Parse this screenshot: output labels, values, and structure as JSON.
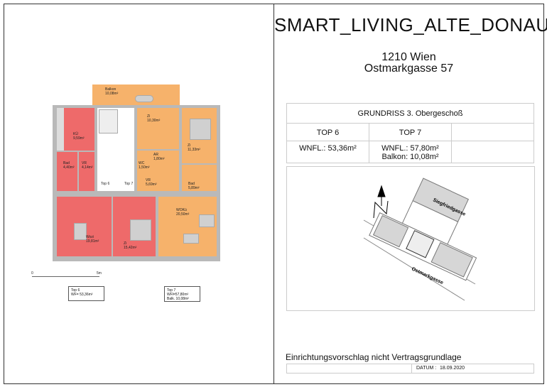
{
  "title": "SMART_LIVING_ALTE_DONAU",
  "address": {
    "city": "1210 Wien",
    "street": "Ostmarkgasse 57"
  },
  "info_table": {
    "heading": "GRUNDRISS 3. Obergeschoß",
    "units": [
      {
        "name": "TOP 6",
        "area": "WNFL.: 53,36m²",
        "balcony": ""
      },
      {
        "name": "TOP 7",
        "area": "WNFL.: 57,80m²",
        "balcony": "Balkon: 10,08m²"
      }
    ]
  },
  "site_plan": {
    "streets": [
      "Siegfriedgasse",
      "Ostmarkgasse"
    ],
    "north_label": "N"
  },
  "disclaimer": "Einrichtungsvorschlag nicht Vertragsgrundlage",
  "date": {
    "label": "DATUM :",
    "value": "18.09.2020"
  },
  "floor_plan": {
    "colors": {
      "top6": "#ee6a6a",
      "top7": "#f6b26b",
      "wall": "#b9b9b9"
    },
    "rooms": [
      {
        "name": "Balkon",
        "area": "10,08m²"
      },
      {
        "name": "KÜ",
        "area": "9,59m²"
      },
      {
        "name": "Bad",
        "area": "4,40m²"
      },
      {
        "name": "VR",
        "area": "4,14m²"
      },
      {
        "name": "Zi",
        "area": "10,30m²"
      },
      {
        "name": "AR",
        "area": "1,80m²"
      },
      {
        "name": "WC",
        "area": "1,50m²"
      },
      {
        "name": "VR",
        "area": "5,69m²"
      },
      {
        "name": "Zi",
        "area": "11,33m²"
      },
      {
        "name": "Bad",
        "area": "5,89m²"
      },
      {
        "name": "Wozi",
        "area": "19,81m²"
      },
      {
        "name": "Zi",
        "area": "15,42m²"
      },
      {
        "name": "WOKü",
        "area": "20,50m²"
      }
    ],
    "entrances": [
      "Top 6",
      "Top 7"
    ],
    "scale": {
      "start": "0",
      "end": "5m"
    },
    "legend": [
      {
        "unit": "Top 6",
        "lines": "WF= 53,36m²"
      },
      {
        "unit": "Top 7",
        "lines": "WFl=57,80m²\nBalk. 10,08m²"
      }
    ]
  }
}
